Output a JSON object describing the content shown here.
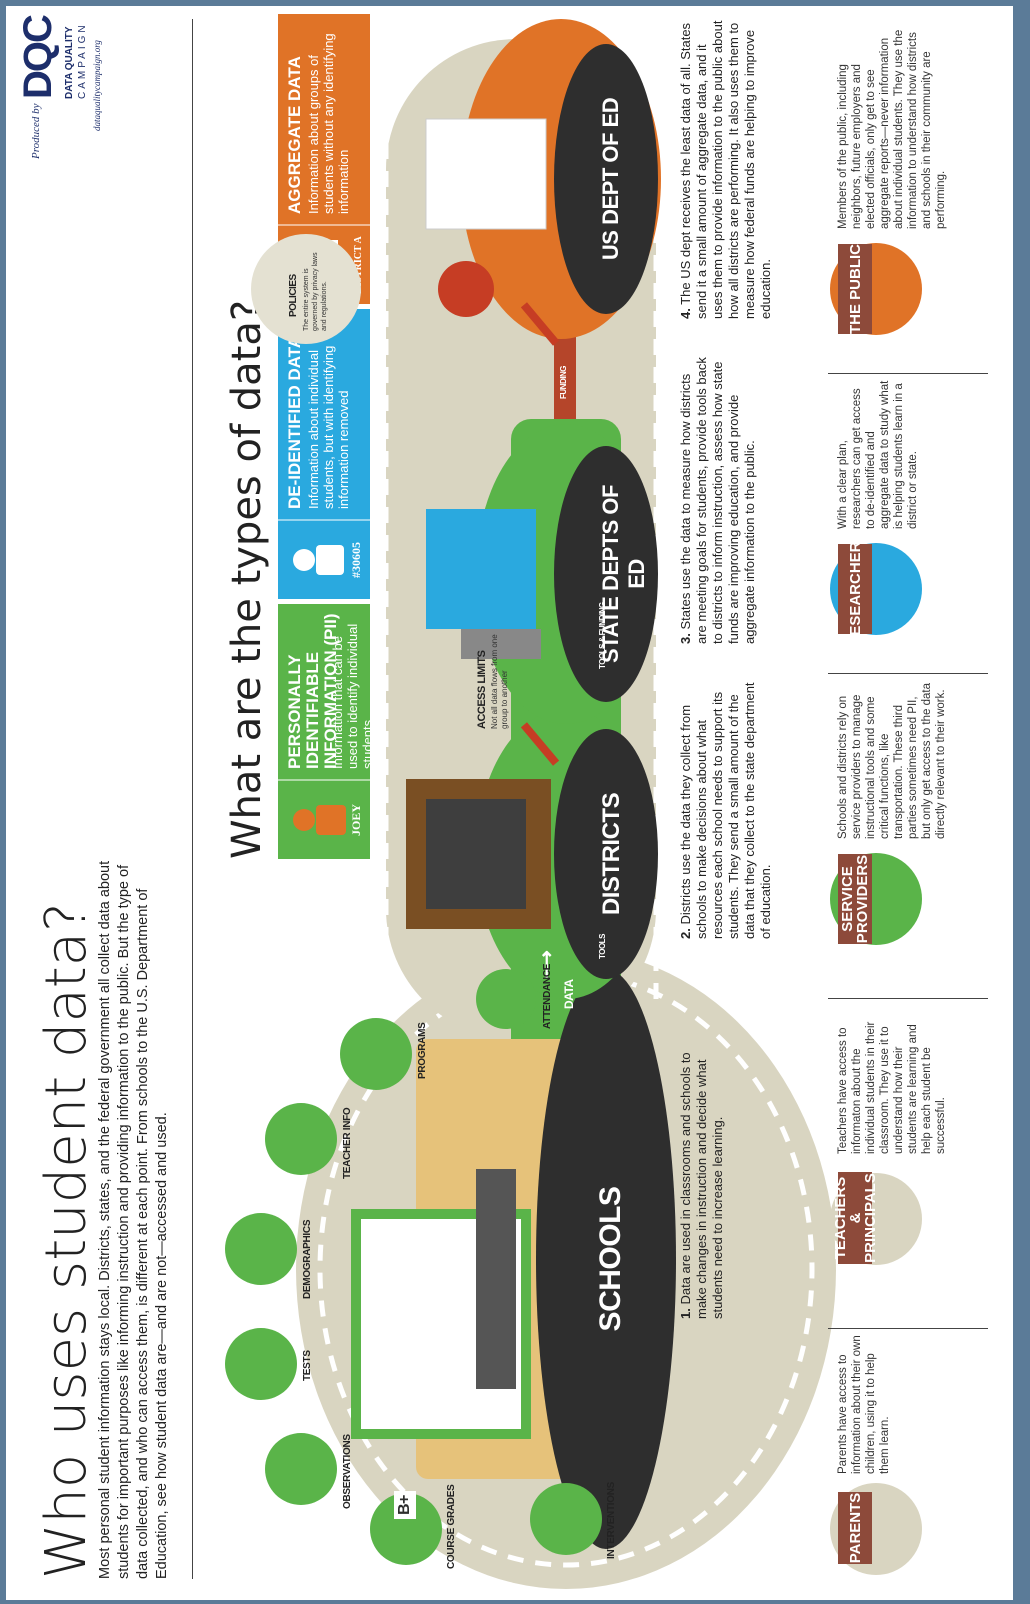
{
  "header": {
    "title": "Who uses student data?",
    "intro": "Most personal student information stays local. Districts, states, and the federal government all collect data about students for important purposes like informing instruction and providing information to the public. But the type of data collected, and who can access them, is different at each point. From schools to the U.S. Department of Education, see how student data are—and are not—accessed and used."
  },
  "producer": {
    "produced_by": "Produced by",
    "name": "DATA QUALITY",
    "name2": "CAMPAIGN",
    "url": "dataqualitycampaign.org",
    "logo": "DQC"
  },
  "types": {
    "title": "What are the types of data?",
    "items": [
      {
        "heading": "PERSONALLY IDENTIFIABLE INFORMATION (PII)",
        "body": "Information that can be used to identify individual students",
        "tag": "JOEY",
        "color": "#5ab449"
      },
      {
        "heading": "DE-IDENTIFIED DATA",
        "body": "Information about individual students, but with identifying information removed",
        "tag": "#30605",
        "color": "#2aa9df"
      },
      {
        "heading": "AGGREGATE DATA",
        "body": "Information about groups of students without any identifying information",
        "tag": "DISTRICT A",
        "color": "#e07327"
      }
    ]
  },
  "flow": {
    "stations": [
      "SCHOOLS",
      "DISTRICTS",
      "STATE DEPTS OF ED",
      "US DEPT OF ED"
    ],
    "arrows": {
      "data": "DATA",
      "tools": "TOOLS",
      "tools_funding": "TOOLS & FUNDING",
      "funding": "FUNDING"
    },
    "school_categories": [
      "COURSE GRADES",
      "OBSERVATIONS",
      "TESTS",
      "DEMOGRAPHICS",
      "TEACHER INFO",
      "PROGRAMS",
      "ATTENDANCE",
      "INTERVENTIONS"
    ],
    "access_limits": {
      "title": "ACCESS LIMITS",
      "body": "Not all data flows from one group to another"
    },
    "policies": {
      "title": "POLICIES",
      "body": "The entire system is governed by privacy laws and regulations."
    },
    "grade": "B+"
  },
  "steps": [
    {
      "num": "1.",
      "text": "Data are used in classrooms and schools to make changes in instruction and decide what students need to increase learning."
    },
    {
      "num": "2.",
      "text": "Districts use the data they collect from schools to make decisions about what resources each school needs to support its students. They send a small amount of the data that they collect to the state department of education."
    },
    {
      "num": "3.",
      "text": "States use the data to measure how districts are meeting goals for students, provide tools back to districts to inform instruction, assess how state funds are improving education, and provide aggregate information to the public."
    },
    {
      "num": "4.",
      "text": "The US dept receives the least data of all. States send it a small amount of aggregate data, and it uses them to provide information to the public about how all districts are performing. It also uses them to measure how federal funds are helping to improve education."
    }
  ],
  "audiences": [
    {
      "label": "PARENTS",
      "text": "Parents have access to information about their own children, using it to help them learn."
    },
    {
      "label": "TEACHERS & PRINCIPALS",
      "text": "Teachers have access to informaton about the individual students in their classroom. They use it to understand how their students are learning and help each student be successful."
    },
    {
      "label": "SERVICE PROVIDERS",
      "text": "Schools and districts rely on service providers to manage instructional tools and some critical functions, like transportation. These third parties sometimes need PII, but only get access to the data directly relevant to their work."
    },
    {
      "label": "RESEARCHERS",
      "text": "With a clear plan, researchers can get access to de-identified and aggregate data to study what is helping students learn in a district or state."
    },
    {
      "label": "THE PUBLIC",
      "text": "Members of the public, including neighbors, future employers and elected officials, only get to see aggregate reports—never information about individual students. They use the information to understand how districts and schools in their community are performing."
    }
  ],
  "colors": {
    "green": "#5ab449",
    "blue": "#2aa9df",
    "orange": "#e07327",
    "dark": "#2e2e2e",
    "road": "#d9d5c1",
    "brown": "#8d4a3a"
  }
}
